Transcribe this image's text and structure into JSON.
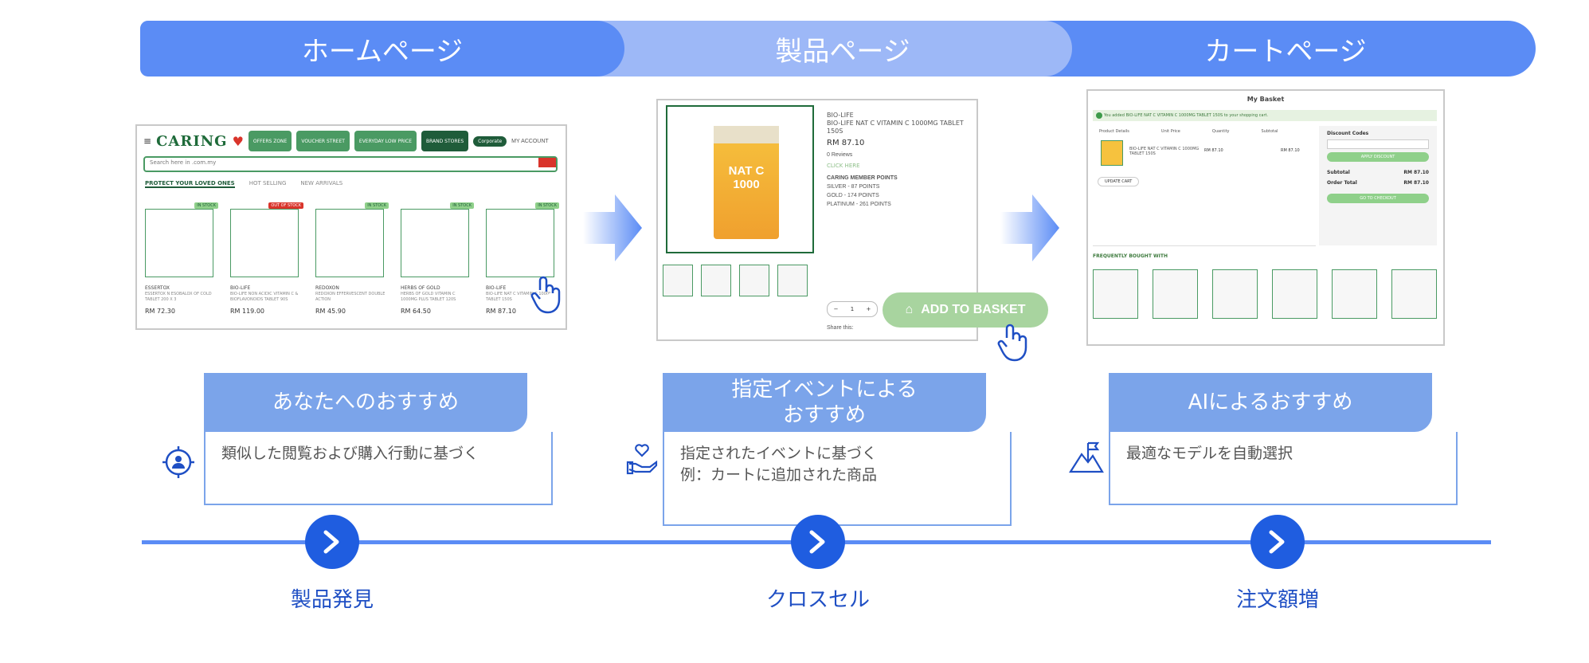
{
  "stages": [
    "ホームページ",
    "製品ページ",
    "カートページ"
  ],
  "home_screenshot": {
    "logo": "CARING",
    "nav_pills": [
      "OFFERS ZONE",
      "VOUCHER STREET",
      "EVERYDAY LOW PRICE",
      "BRAND STORES"
    ],
    "corporate": "Corporate",
    "account": "MY ACCOUNT",
    "search_placeholder": "Search here in .com.my",
    "tabs": [
      "PROTECT YOUR LOVED ONES",
      "HOT SELLING",
      "NEW ARRIVALS"
    ],
    "products": [
      {
        "badge": "IN STOCK",
        "brand": "ESSERTOX",
        "name": "ESSERTOX N ESOBALOX OF COLD TABLET 200 X 3",
        "price": "RM 72.30"
      },
      {
        "badge": "OUT OF STOCK",
        "brand": "BIO-LIFE",
        "name": "BIO-LIFE NON ACIDIC VITAMIN C & BIOFLAVONOIDS TABLET 90S",
        "price": "RM 119.00"
      },
      {
        "badge": "IN STOCK",
        "brand": "REDOXON",
        "name": "REDOXON EFFERVESCENT DOUBLE ACTION",
        "price": "RM 45.90"
      },
      {
        "badge": "IN STOCK",
        "brand": "HERBS OF GOLD",
        "name": "HERBS OF GOLD VITAMIN C 1000MG PLUS TABLET 120S",
        "price": "RM 64.50"
      },
      {
        "badge": "IN STOCK",
        "brand": "BIO-LIFE",
        "name": "BIO-LIFE NAT C VITAMIN C 1000MG TABLET 150S",
        "price": "RM 87.10"
      }
    ]
  },
  "product_screenshot": {
    "brand": "BIO-LIFE",
    "title": "BIO-LIFE NAT C VITAMIN C 1000MG TABLET 150S",
    "price": "RM 87.10",
    "box_label": "NAT C 1000",
    "reviews": "0 Reviews",
    "click_here": "CLICK HERE",
    "member_points_title": "CARING MEMBER POINTS",
    "points": [
      "SILVER - 87 POINTS",
      "GOLD - 174 POINTS",
      "PLATINUM - 261 POINTS"
    ],
    "qty": "1",
    "share": "Share this:",
    "add_to_basket": "ADD TO BASKET"
  },
  "cart_screenshot": {
    "title": "My Basket",
    "notice": "You added BIO-LIFE NAT C VITAMIN C 1000MG TABLET 150S to your shopping cart.",
    "columns": [
      "Product Details",
      "Unit Price",
      "Quantity",
      "Subtotal"
    ],
    "item_name": "BIO-LIFE NAT C VITAMIN C 1000MG TABLET 150S",
    "unit_price": "RM 87.10",
    "subtotal": "RM 87.10",
    "update_cart": "UPDATE CART",
    "discount_title": "Discount Codes",
    "apply_discount": "APPLY DISCOUNT",
    "subtotal_label": "Subtotal",
    "subtotal_value": "RM 87.10",
    "order_total_label": "Order Total",
    "order_total_value": "RM 87.10",
    "checkout": "GO TO CHECKOUT",
    "fbw": "FREQUENTLY BOUGHT WITH"
  },
  "cards": [
    {
      "title": "あなたへのおすすめ",
      "body": "類似した閲覧および購入行動に基づく",
      "icon": "target-person-icon"
    },
    {
      "title_line1": "指定イベントによる",
      "title_line2": "おすすめ",
      "body_line1": "指定されたイベントに基づく",
      "body_line2": "例：カートに追加された商品",
      "icon": "hand-heart-icon"
    },
    {
      "title": "AIによるおすすめ",
      "body": "最適なモデルを自動選択",
      "icon": "mountain-flag-icon"
    }
  ],
  "outcomes": [
    "製品発見",
    "クロスセル",
    "注文額増"
  ],
  "colors": {
    "primary": "#5b8cf5",
    "light": "#9db8f7",
    "node": "#1f5de0",
    "card": "#7ba4ea",
    "green": "#4a9a63"
  }
}
